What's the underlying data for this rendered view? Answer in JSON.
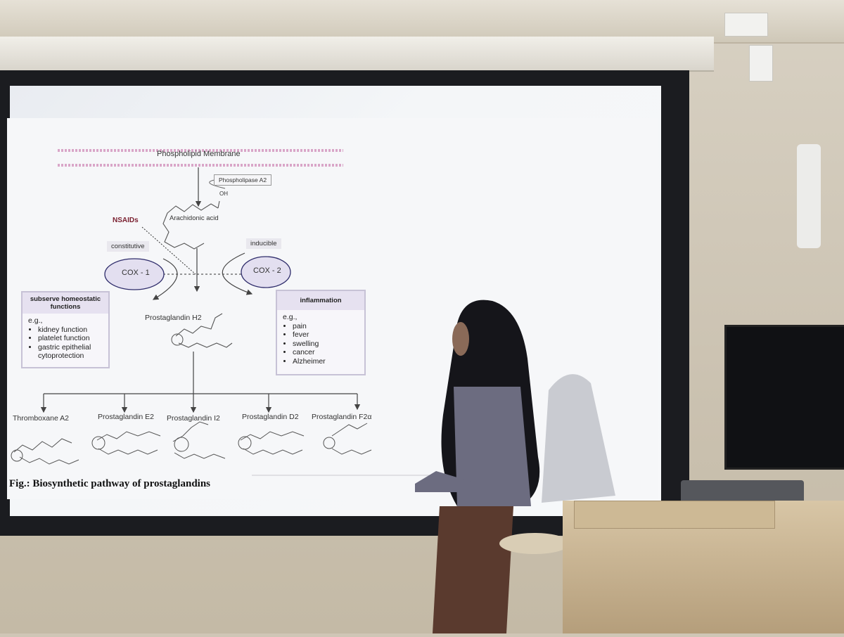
{
  "slide": {
    "membrane": "Phospholipid Membrane",
    "enzyme_pla2": "Phospholipase A2",
    "oh_top": "OH",
    "arachidonic": "Arachidonic acid",
    "nsaids": "NSAIDs",
    "constitutive": "constitutive",
    "inducible": "inducible",
    "cox1": "COX - 1",
    "cox2": "COX - 2",
    "homeostatic": {
      "title": "subserve homeostatic functions",
      "eg": "e.g.,",
      "items": [
        "kidney function",
        "platelet function",
        "gastric epithelial cytoprotection"
      ]
    },
    "inflammation": {
      "title": "inflammation",
      "eg": "e.g.,",
      "items": [
        "pain",
        "fever",
        "swelling",
        "cancer",
        "Alzheimer"
      ]
    },
    "pgh2": "Prostaglandin H2",
    "products": [
      "Thromboxane A2",
      "Prostaglandin E2",
      "Prostaglandin I2",
      "Prostaglandin D2",
      "Prostaglandin F2α"
    ],
    "caption": "Fig.: Biosynthetic pathway of prostaglandins"
  },
  "colors": {
    "cox_fill": "#e3dff0",
    "cox_stroke": "#2f2d6b",
    "nsaids": "#7a2030",
    "box_header": "#e6e1f0"
  }
}
